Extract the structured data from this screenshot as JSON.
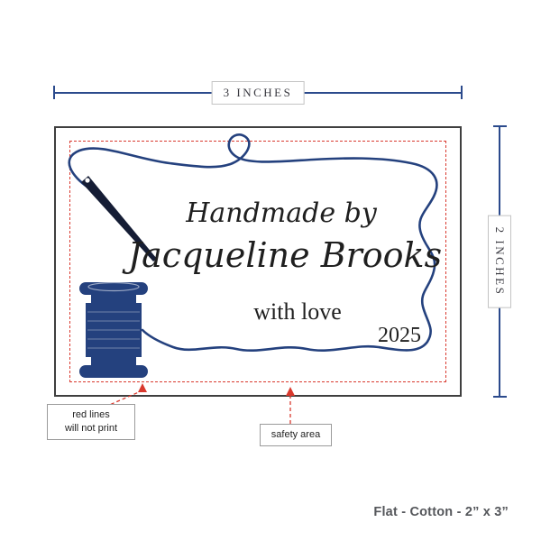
{
  "dimensions": {
    "width": "3 INCHES",
    "height": "2 INCHES"
  },
  "label": {
    "line1": "Handmade by",
    "name": "Jacqueline Brooks",
    "line2": "with love",
    "year": "2025"
  },
  "callouts": {
    "red_lines_1": "red lines",
    "red_lines_2": "will not print",
    "safety_area": "safety area"
  },
  "product": {
    "spec": "Flat - Cotton - 2” x 3”"
  },
  "icons": {
    "needle": "sewing-needle-icon",
    "spool": "thread-spool-icon",
    "thread": "thread-outline"
  },
  "colors": {
    "thread_navy": "#24417e",
    "dimension_navy": "#2b4a8c",
    "safety_red": "#d9392e",
    "ink": "#1f1f1f",
    "label_border": "#3f3f3f"
  }
}
